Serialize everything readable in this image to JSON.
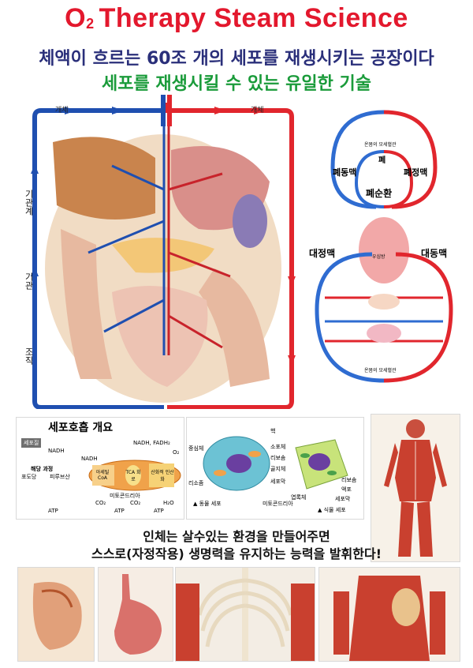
{
  "header": {
    "title_o": "O",
    "title_sub": "2",
    "title_rest": "Therapy Steam Science",
    "subtitle_line1": "체액이 흐르는 60조 개의 세포를 재생시키는 공장이다",
    "subtitle_line2": "세포를 재생시킬 수 있는 유일한 기술"
  },
  "circulation_figure": {
    "label_left": "개체",
    "label_right": "개체",
    "side_labels": [
      "기관계",
      "기관",
      "조직"
    ]
  },
  "circuit_diagram": {
    "top_label": "온몸의 모세혈관",
    "lung_label": "폐",
    "pulmonary_artery": "폐동맥",
    "pulmonary_vein": "폐정맥",
    "pulmonary_circulation": "폐순환",
    "vena_cava": "대정맥",
    "aorta": "대동맥",
    "heart_label": "우심방",
    "bottom_label": "온몸의 모세혈관"
  },
  "respiration": {
    "title": "세포호흡 개요",
    "cytoplasm": "세포질",
    "glycolysis": "해당 과정",
    "glucose": "포도당",
    "pyruvate": "피루브산",
    "nadh1": "NADH",
    "nadh2": "NADH",
    "nadh_fadh": "NADH, FADH₂",
    "acetyl": "아세틸 CoA",
    "tca": "TCA 회로",
    "etc": "산화적 인산화",
    "o2": "O₂",
    "mito": "미토콘드리아",
    "co2a": "CO₂",
    "co2b": "CO₂",
    "h2o": "H₂O",
    "atp1": "ATP",
    "atp2": "ATP",
    "atp3": "ATP"
  },
  "cells": {
    "labels_left": [
      "중심체",
      "리소좀",
      "▲ 동물 세포"
    ],
    "labels_right": [
      "핵",
      "소포체",
      "리보솜",
      "골지체",
      "세포막",
      "엽록체",
      "미토콘드리아",
      "리보솜",
      "액포",
      "세포막",
      "▲ 식물 세포"
    ]
  },
  "caption": {
    "line1": "인체는 살수있는 환경을 만들어주면",
    "line2": "스스로(자정작용) 생명력을 유지하는 능력을 발휘한다!"
  },
  "colors": {
    "title_red": "#e3182d",
    "subtitle_navy": "#2a2f7a",
    "subtitle_green": "#1a9b3a",
    "artery_red": "#e1262d",
    "vein_blue": "#1f4fb0"
  }
}
